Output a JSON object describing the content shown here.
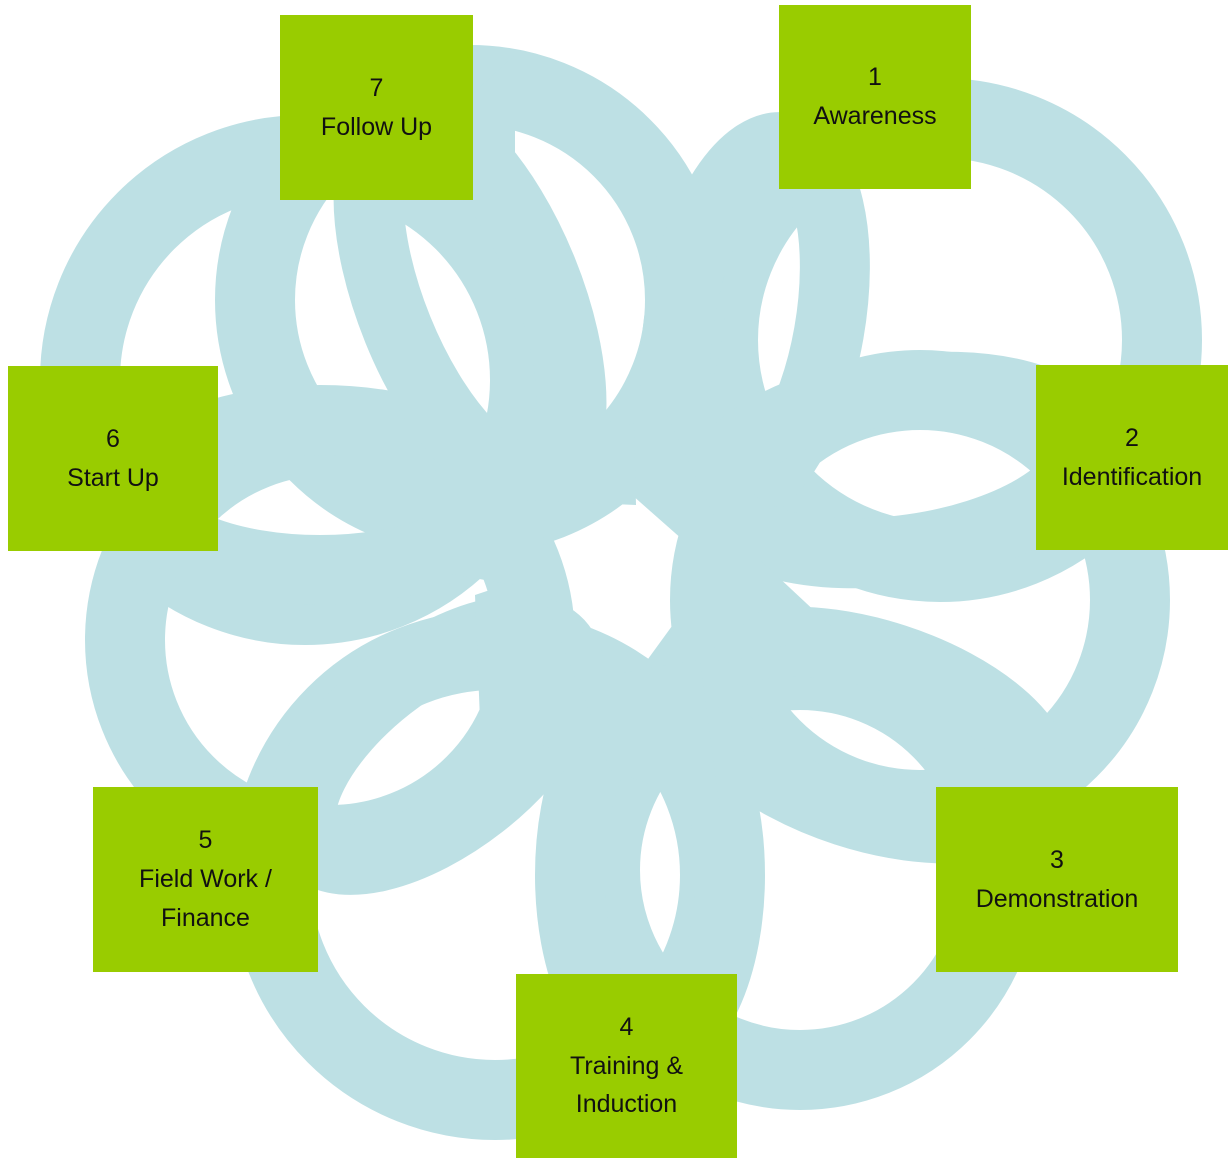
{
  "diagram": {
    "colors": {
      "loop": "#bde0e4",
      "box": "#99cc00",
      "text": "#111111"
    },
    "steps": [
      {
        "number": "1",
        "title": "Awareness"
      },
      {
        "number": "2",
        "title": "Identification"
      },
      {
        "number": "3",
        "title": "Demonstration"
      },
      {
        "number": "4",
        "title": "Training &\nInduction"
      },
      {
        "number": "5",
        "title": "Field Work /\nFinance"
      },
      {
        "number": "6",
        "title": "Start Up"
      },
      {
        "number": "7",
        "title": "Follow Up"
      }
    ]
  }
}
